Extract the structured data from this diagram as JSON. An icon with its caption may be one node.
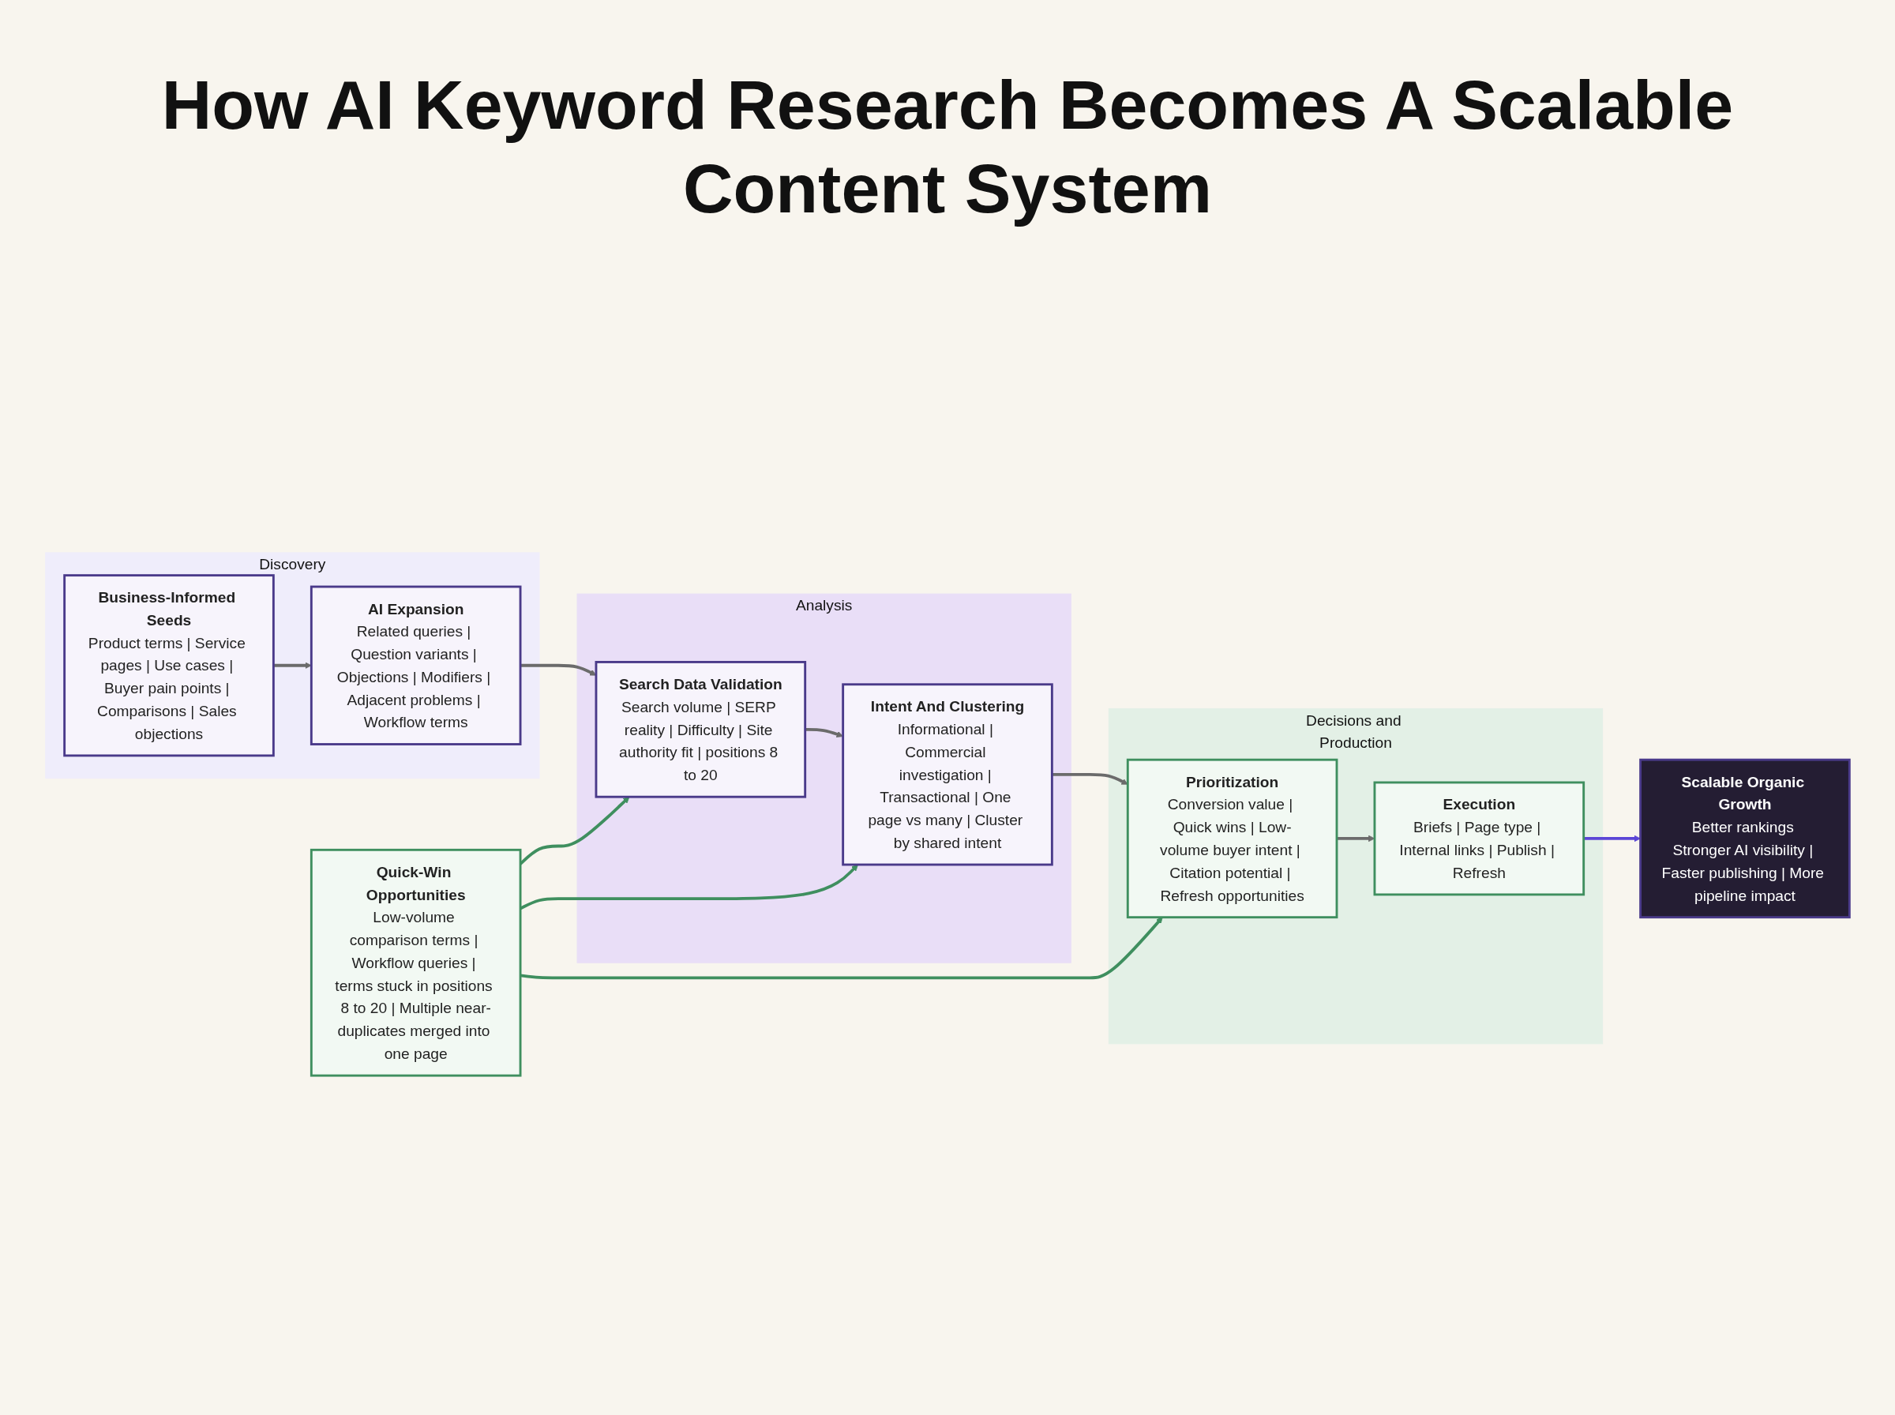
{
  "diagram": {
    "title": "How AI Keyword Research Becomes A Scalable Content System",
    "nodes": [
      {
        "text": [
          "Discovery"
        ]
      },
      {
        "text": [
          "Business-Informed Seeds",
          "Product terms | Service pages | Use cases | Buyer pain points | Comparisons | Sales objections"
        ],
        "in": 0
      },
      {
        "text": [
          "AI Expansion",
          "Related queries | Question variants | Objections | Modifiers | Adjacent problems | Workflow terms"
        ],
        "in": 0
      },
      {
        "text": [
          "Analysis"
        ]
      },
      {
        "text": [
          "Search Data Validation",
          "Search volume | SERP reality | Difficulty | Site authority fit | positions 8 to 20"
        ],
        "in": 3
      },
      {
        "text": [
          "Intent And Clustering",
          "Informational | Commercial investigation | Transactional | One page vs many | Cluster by shared intent"
        ],
        "in": 3
      },
      {
        "text": [
          "Decisions and Production"
        ]
      },
      {
        "text": [
          "Prioritization",
          "Conversion value | Quick wins | Low-volume buyer intent | Citation potential | Refresh opportunities"
        ],
        "in": 6
      },
      {
        "text": [
          "Execution",
          "Briefs | Page type | Internal links | Publish | Refresh"
        ],
        "in": 6
      },
      {
        "text": [
          "Scalable Organic Growth",
          "Better rankings Stronger AI visibility | Faster publishing | More pipeline impact"
        ]
      },
      {
        "text": [
          "Quick-Win Opportunities",
          "Low-volume comparison terms | Workflow queries | terms stuck in positions 8 to 20 | Multiple near-duplicates merged into one page"
        ]
      }
    ],
    "edges": [
      {
        "from": 1,
        "to": 2,
        "arrow": "to"
      },
      {
        "from": 2,
        "to": 4,
        "arrow": "to"
      },
      {
        "from": 4,
        "to": 5,
        "arrow": "to"
      },
      {
        "from": 5,
        "to": 7,
        "arrow": "to"
      },
      {
        "from": 7,
        "to": 8,
        "arrow": "to"
      },
      {
        "from": 8,
        "to": 9,
        "arrow": "to",
        "color": "#5b45d6"
      },
      {
        "from": 10,
        "to": 4,
        "arrow": "to",
        "color": "#3f8f5f"
      },
      {
        "from": 10,
        "to": 5,
        "arrow": "to",
        "color": "#3f8f5f"
      },
      {
        "from": 10,
        "to": 7,
        "arrow": "to",
        "color": "#3f8f5f"
      }
    ]
  }
}
